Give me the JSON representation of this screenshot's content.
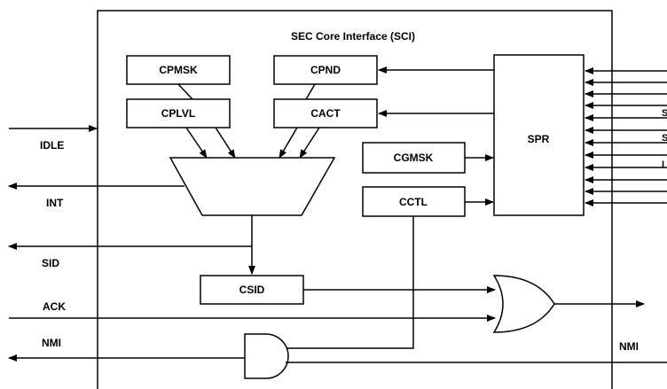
{
  "title": "SEC Core Interface (SCI)",
  "blocks": {
    "cpmsk": "CPMSK",
    "cpnd": "CPND",
    "cplvl": "CPLVL",
    "cact": "CACT",
    "cgmsk": "CGMSK",
    "cctl": "CCTL",
    "spr": "SPR",
    "csid": "CSID"
  },
  "signals": {
    "idle": "IDLE",
    "int": "INT",
    "sid": "SID",
    "ack": "ACK",
    "nmi_out": "NMI",
    "nmi_in": "NMI"
  },
  "right_edge_labels": [
    "S",
    "S",
    "I"
  ]
}
